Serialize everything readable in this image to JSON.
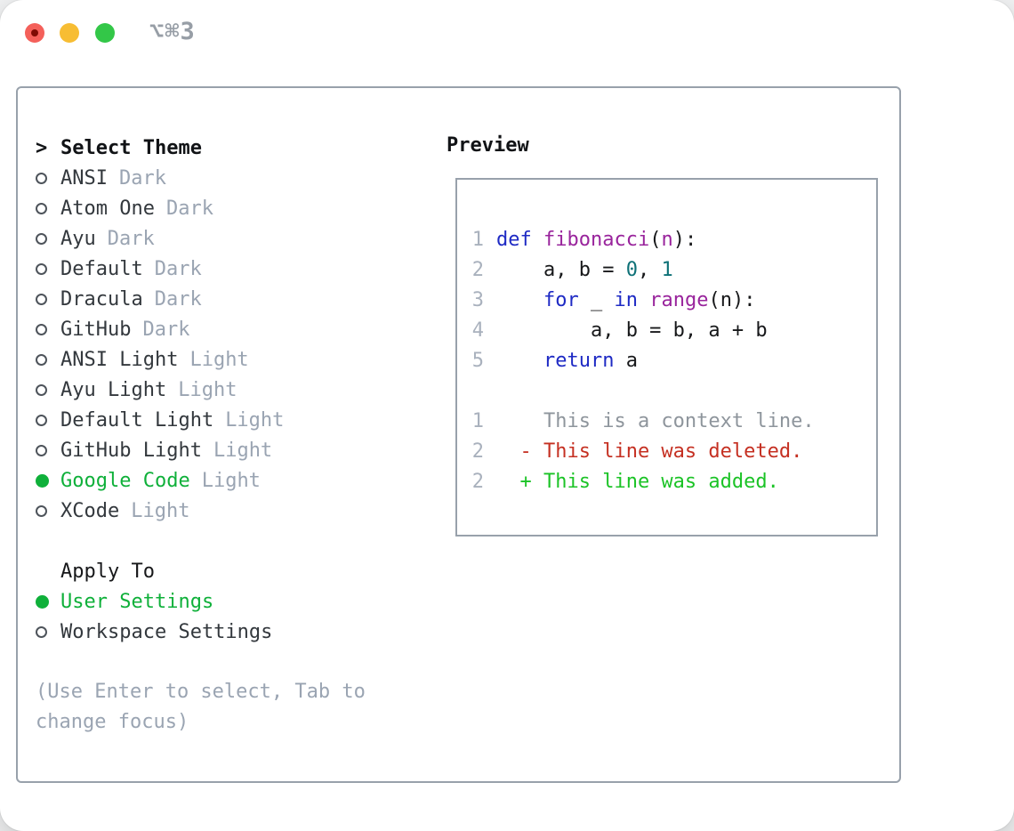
{
  "window": {
    "title": "⌥⌘3"
  },
  "colors": {
    "accent_green": "#0fb03a",
    "keyword_blue": "#1e2ac4",
    "function_purple": "#99249c",
    "number_teal": "#0e7177",
    "code_black": "#17181a",
    "gutter_gray": "#a9b1bd",
    "context_gray": "#8e959c",
    "deleted_red": "#c53022",
    "added_green": "#1bc326",
    "muted_gray": "#9aa4b2",
    "border_gray": "#98a1ab"
  },
  "theme_selector": {
    "prompt": ">",
    "title": "Select Theme",
    "items": [
      {
        "name": "ANSI",
        "variant": "Dark",
        "selected": false
      },
      {
        "name": "Atom One",
        "variant": "Dark",
        "selected": false
      },
      {
        "name": "Ayu",
        "variant": "Dark",
        "selected": false
      },
      {
        "name": "Default",
        "variant": "Dark",
        "selected": false
      },
      {
        "name": "Dracula",
        "variant": "Dark",
        "selected": false
      },
      {
        "name": "GitHub",
        "variant": "Dark",
        "selected": false
      },
      {
        "name": "ANSI Light",
        "variant": "Light",
        "selected": false
      },
      {
        "name": "Ayu Light",
        "variant": "Light",
        "selected": false
      },
      {
        "name": "Default Light",
        "variant": "Light",
        "selected": false
      },
      {
        "name": "GitHub Light",
        "variant": "Light",
        "selected": false
      },
      {
        "name": "Google Code",
        "variant": "Light",
        "selected": true
      },
      {
        "name": "XCode",
        "variant": "Light",
        "selected": false
      }
    ],
    "apply_to": {
      "title": "Apply To",
      "options": [
        {
          "name": "User Settings",
          "selected": true
        },
        {
          "name": "Workspace Settings",
          "selected": false
        }
      ]
    },
    "hint": "(Use Enter to select, Tab to change focus)"
  },
  "preview": {
    "title": "Preview",
    "lines": [
      {
        "num": "1",
        "tokens": [
          [
            "def",
            "kw"
          ],
          [
            " ",
            "pl"
          ],
          [
            "fibonacci",
            "fn"
          ],
          [
            "(",
            "pl"
          ],
          [
            "n",
            "fn"
          ],
          [
            "):",
            "pl"
          ]
        ]
      },
      {
        "num": "2",
        "tokens": [
          [
            "    a, b = ",
            "pl"
          ],
          [
            "0",
            "num"
          ],
          [
            ", ",
            "pl"
          ],
          [
            "1",
            "num"
          ]
        ]
      },
      {
        "num": "3",
        "tokens": [
          [
            "    ",
            "pl"
          ],
          [
            "for",
            "kw"
          ],
          [
            " _ ",
            "pl"
          ],
          [
            "in",
            "kw"
          ],
          [
            " ",
            "pl"
          ],
          [
            "range",
            "fn"
          ],
          [
            "(n):",
            "pl"
          ]
        ]
      },
      {
        "num": "4",
        "tokens": [
          [
            "        a, b = b, a + b",
            "pl"
          ]
        ]
      },
      {
        "num": "5",
        "tokens": [
          [
            "    ",
            "pl"
          ],
          [
            "return",
            "kw"
          ],
          [
            " a",
            "pl"
          ]
        ]
      },
      {
        "num": "",
        "tokens": []
      },
      {
        "num": "1",
        "tokens": [
          [
            "    This is a context line.",
            "ctx"
          ]
        ]
      },
      {
        "num": "2",
        "tokens": [
          [
            "  - This line was deleted.",
            "del"
          ]
        ]
      },
      {
        "num": "2",
        "tokens": [
          [
            "  + This line was added.",
            "add"
          ]
        ]
      }
    ]
  }
}
